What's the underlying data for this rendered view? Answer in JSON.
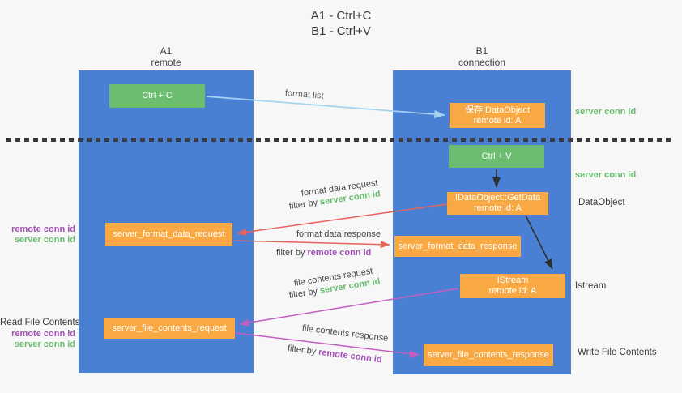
{
  "title": {
    "line1": "A1 - Ctrl+C",
    "line2": "B1 - Ctrl+V"
  },
  "lanes": {
    "left": {
      "name": "A1",
      "role": "remote"
    },
    "right": {
      "name": "B1",
      "role": "connection"
    }
  },
  "nodes": {
    "ctrl_c": {
      "label": "Ctrl + C"
    },
    "ctrl_v": {
      "label": "Ctrl + V"
    },
    "save_dataobject": {
      "line1": "保存IDataObject",
      "line2": "remote id: A"
    },
    "getdata": {
      "line1": "IDataObject::GetData",
      "line2": "remote id: A"
    },
    "istream": {
      "line1": "IStream",
      "line2": "remote id: A"
    },
    "format_request": {
      "label": "server_format_data_request"
    },
    "format_response": {
      "label": "server_format_data_response"
    },
    "file_request": {
      "label": "server_file_contents_request"
    },
    "file_response": {
      "label": "server_file_contents_response"
    }
  },
  "edges": {
    "format_list": {
      "label": "format list"
    },
    "format_data_request": {
      "label": "format data request",
      "filter_prefix": "filter by ",
      "filter_key": "server conn id"
    },
    "format_data_response": {
      "label": "format data response",
      "filter_prefix": "filter by ",
      "filter_key": "remote conn id"
    },
    "file_contents_request": {
      "label": "file contents request",
      "filter_prefix": "filter by ",
      "filter_key": "server conn id"
    },
    "file_contents_response": {
      "label": "file contents response",
      "filter_prefix": "filter by ",
      "filter_key": "remote conn id"
    }
  },
  "side_labels": {
    "left": [
      {
        "text": "remote conn id"
      },
      {
        "text": "server conn id"
      },
      {
        "text": "Read File Contents"
      },
      {
        "text": "remote conn id"
      },
      {
        "text": "server conn id"
      }
    ],
    "right": [
      {
        "text": "server conn id"
      },
      {
        "text": "server conn id"
      },
      {
        "text": "DataObject"
      },
      {
        "text": "Istream"
      },
      {
        "text": "Write File Contents"
      }
    ]
  },
  "colors": {
    "lane_blue": "#4a80d4",
    "node_green": "#6cbd70",
    "node_orange": "#f8a944",
    "arrow_lightblue": "#a5d3f0",
    "arrow_red": "#e5655c",
    "arrow_magenta": "#c45ec0",
    "arrow_black": "#2f2f2f",
    "text_green": "#67bd6d",
    "text_purple": "#a34fb5",
    "separator": "#3a3a3a"
  }
}
